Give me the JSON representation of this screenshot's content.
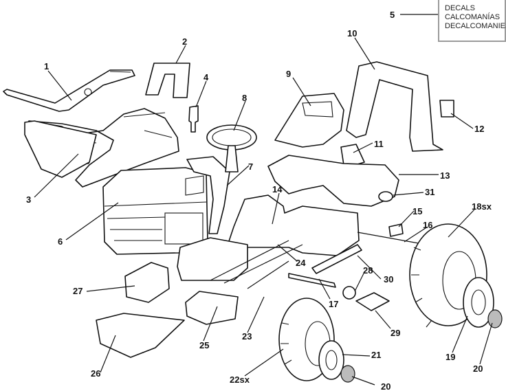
{
  "decal_box": {
    "lines": [
      "DECALS",
      "CALCOMANÍAS",
      "DECALCOMANIES"
    ]
  },
  "callouts": {
    "c1": "1",
    "c2": "2",
    "c3": "3",
    "c4": "4",
    "c5": "5",
    "c6": "6",
    "c7": "7",
    "c8": "8",
    "c9": "9",
    "c10": "10",
    "c11": "11",
    "c12": "12",
    "c13": "13",
    "c14": "14",
    "c15": "15",
    "c16": "16",
    "c17": "17",
    "c18": "18sx",
    "c19": "19",
    "c20a": "20",
    "c20b": "20",
    "c21": "21",
    "c22": "22sx",
    "c23": "23",
    "c24": "24",
    "c25": "25",
    "c26": "26",
    "c27": "27",
    "c28": "28",
    "c29": "29",
    "c30": "30",
    "c31": "31"
  }
}
